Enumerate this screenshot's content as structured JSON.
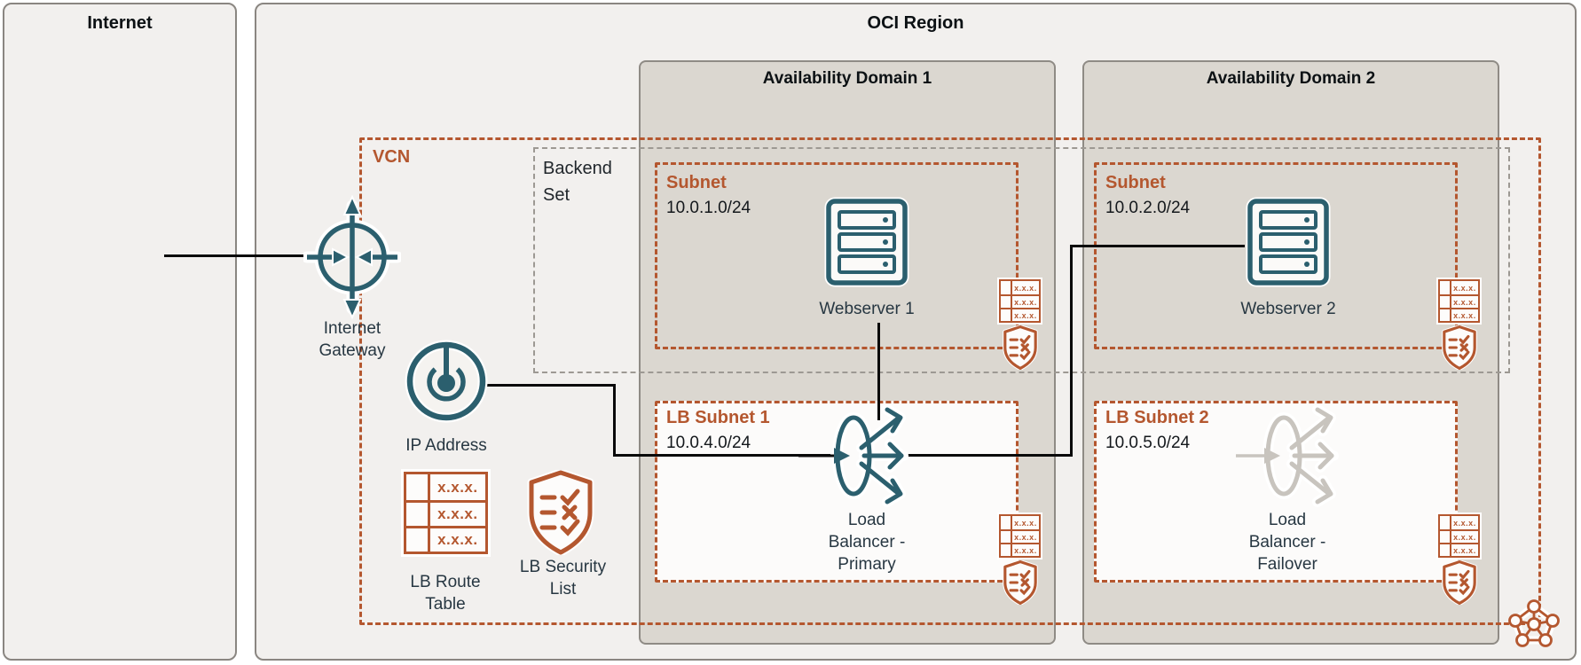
{
  "panels": {
    "internet": "Internet",
    "oci": "OCI Region"
  },
  "vcn": {
    "label": "VCN"
  },
  "backend_set": {
    "line1": "Backend",
    "line2": "Set"
  },
  "ads": {
    "ad1": "Availability Domain 1",
    "ad2": "Availability Domain 2"
  },
  "internet_gateway": {
    "line1": "Internet",
    "line2": "Gateway"
  },
  "ip_address": {
    "label": "IP Address"
  },
  "lb_route_table": {
    "line1": "LB Route",
    "line2": "Table"
  },
  "lb_security_list": {
    "line1": "LB Security",
    "line2": "List"
  },
  "subnet1": {
    "title": "Subnet",
    "cidr": "10.0.1.0/24"
  },
  "subnet2": {
    "title": "Subnet",
    "cidr": "10.0.2.0/24"
  },
  "lb_subnet1": {
    "title": "LB Subnet 1",
    "cidr": "10.0.4.0/24"
  },
  "lb_subnet2": {
    "title": "LB Subnet 2",
    "cidr": "10.0.5.0/24"
  },
  "webserver1": {
    "label": "Webserver 1"
  },
  "webserver2": {
    "label": "Webserver 2"
  },
  "load_balancer_primary": {
    "line1": "Load",
    "line2": "Balancer -",
    "line3": "Primary"
  },
  "load_balancer_failover": {
    "line1": "Load",
    "line2": "Balancer -",
    "line3": "Failover"
  },
  "route_table_cell": "x.x.x.",
  "colors": {
    "accent_orange": "#b4572f",
    "teal": "#2b5f6e",
    "inactive_gray": "#c8c4be",
    "ad_fill": "#dbd7d0",
    "panel_fill": "#f2f0ee",
    "connector_black": "#0a0a0a"
  }
}
